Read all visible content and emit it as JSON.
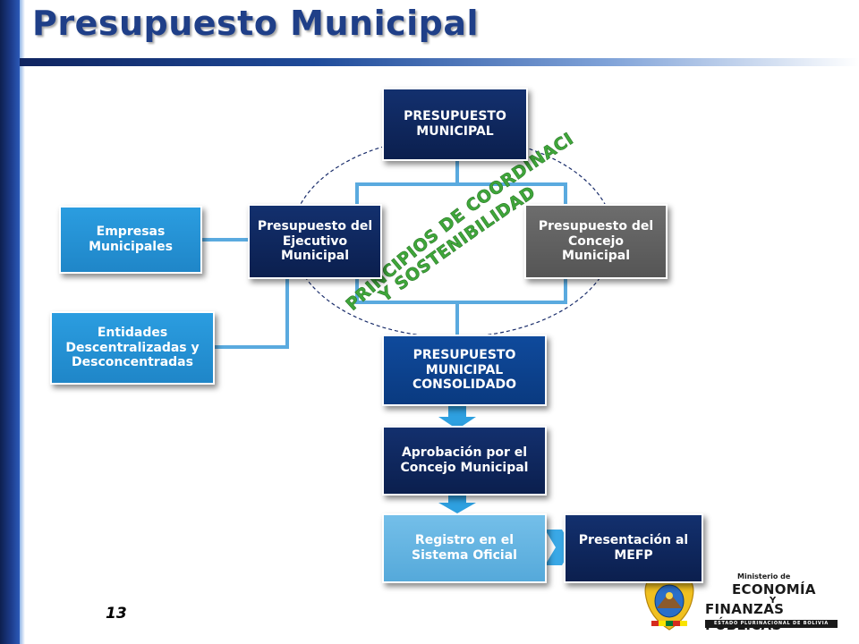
{
  "title": "Presupuesto Municipal",
  "nodes": {
    "presupuesto_municipal": "PRESUPUESTO MUNICIPAL",
    "ejecutivo": "Presupuesto del Ejecutivo Municipal",
    "concejo": "Presupuesto del Concejo Municipal",
    "empresas": "Empresas Municipales",
    "entidades": "Entidades Descentralizadas y Desconcentradas",
    "consolidado": "PRESUPUESTO MUNICIPAL CONSOLIDADO",
    "aprobacion": "Aprobación por el Concejo Municipal",
    "registro": "Registro en el Sistema Oficial",
    "presentacion": "Presentación al MEFP"
  },
  "arc_text": {
    "line1": "PRINCIPIOS DE COORDINACIÓN",
    "line2": "Y SOSTENIBILIDAD"
  },
  "page_number": "13",
  "ministry": {
    "small": "Ministerio de",
    "line1": "ECONOMÍA",
    "connector": "Y",
    "line2": "FINANZAS PÚBLICAS",
    "bar": "ESTADO PLURINACIONAL DE BOLIVIA"
  },
  "colors": {
    "title": "#1f3f88",
    "connector": "#5aaadf",
    "arc_text_fill": "#3fa63a",
    "arrow": "#2ea0e0"
  }
}
